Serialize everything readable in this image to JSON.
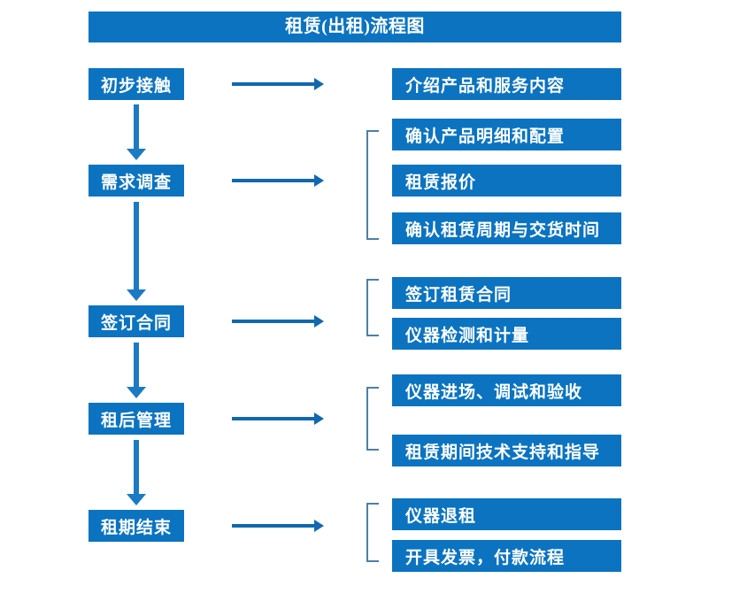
{
  "diagram": {
    "title": "租赁(出租)流程图",
    "theme": {
      "box_fill": "#0B73C0",
      "box_text": "#FFFFFF",
      "arrow": "#1168AF",
      "bracket": "#4C7FA8",
      "background": "#FFFFFF"
    },
    "stages": [
      {
        "id": "stage-1",
        "label": "初步接触"
      },
      {
        "id": "stage-2",
        "label": "需求调查"
      },
      {
        "id": "stage-3",
        "label": "签订合同"
      },
      {
        "id": "stage-4",
        "label": "租后管理"
      },
      {
        "id": "stage-5",
        "label": "租期结束"
      }
    ],
    "details": [
      {
        "id": "detail-1-1",
        "stage": "初步接触",
        "label": "介绍产品和服务内容"
      },
      {
        "id": "detail-2-1",
        "stage": "需求调查",
        "label": "确认产品明细和配置"
      },
      {
        "id": "detail-2-2",
        "stage": "需求调查",
        "label": "租赁报价"
      },
      {
        "id": "detail-2-3",
        "stage": "需求调查",
        "label": "确认租赁周期与交货时间"
      },
      {
        "id": "detail-3-1",
        "stage": "签订合同",
        "label": "签订租赁合同"
      },
      {
        "id": "detail-3-2",
        "stage": "签订合同",
        "label": "仪器检测和计量"
      },
      {
        "id": "detail-4-1",
        "stage": "租后管理",
        "label": "仪器进场、调试和验收"
      },
      {
        "id": "detail-4-2",
        "stage": "租后管理",
        "label": "租赁期间技术支持和指导"
      },
      {
        "id": "detail-5-1",
        "stage": "租期结束",
        "label": "仪器退租"
      },
      {
        "id": "detail-5-2",
        "stage": "租期结束",
        "label": "开具发票，付款流程"
      }
    ]
  }
}
